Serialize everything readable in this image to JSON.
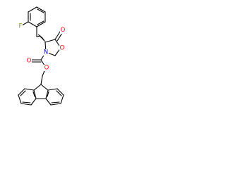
{
  "atoms": {
    "fluorine": "F",
    "ring_oxygen": "O",
    "lactone_oxygen": "O",
    "carbamate_oxygen": "O",
    "ester_oxygen": "O",
    "nitrogen": "N"
  },
  "colors": {
    "bond": "#000000",
    "fluorine": "#79a000",
    "oxygen": "#ff0000",
    "nitrogen": "#0000ff",
    "background": "#ffffff"
  }
}
